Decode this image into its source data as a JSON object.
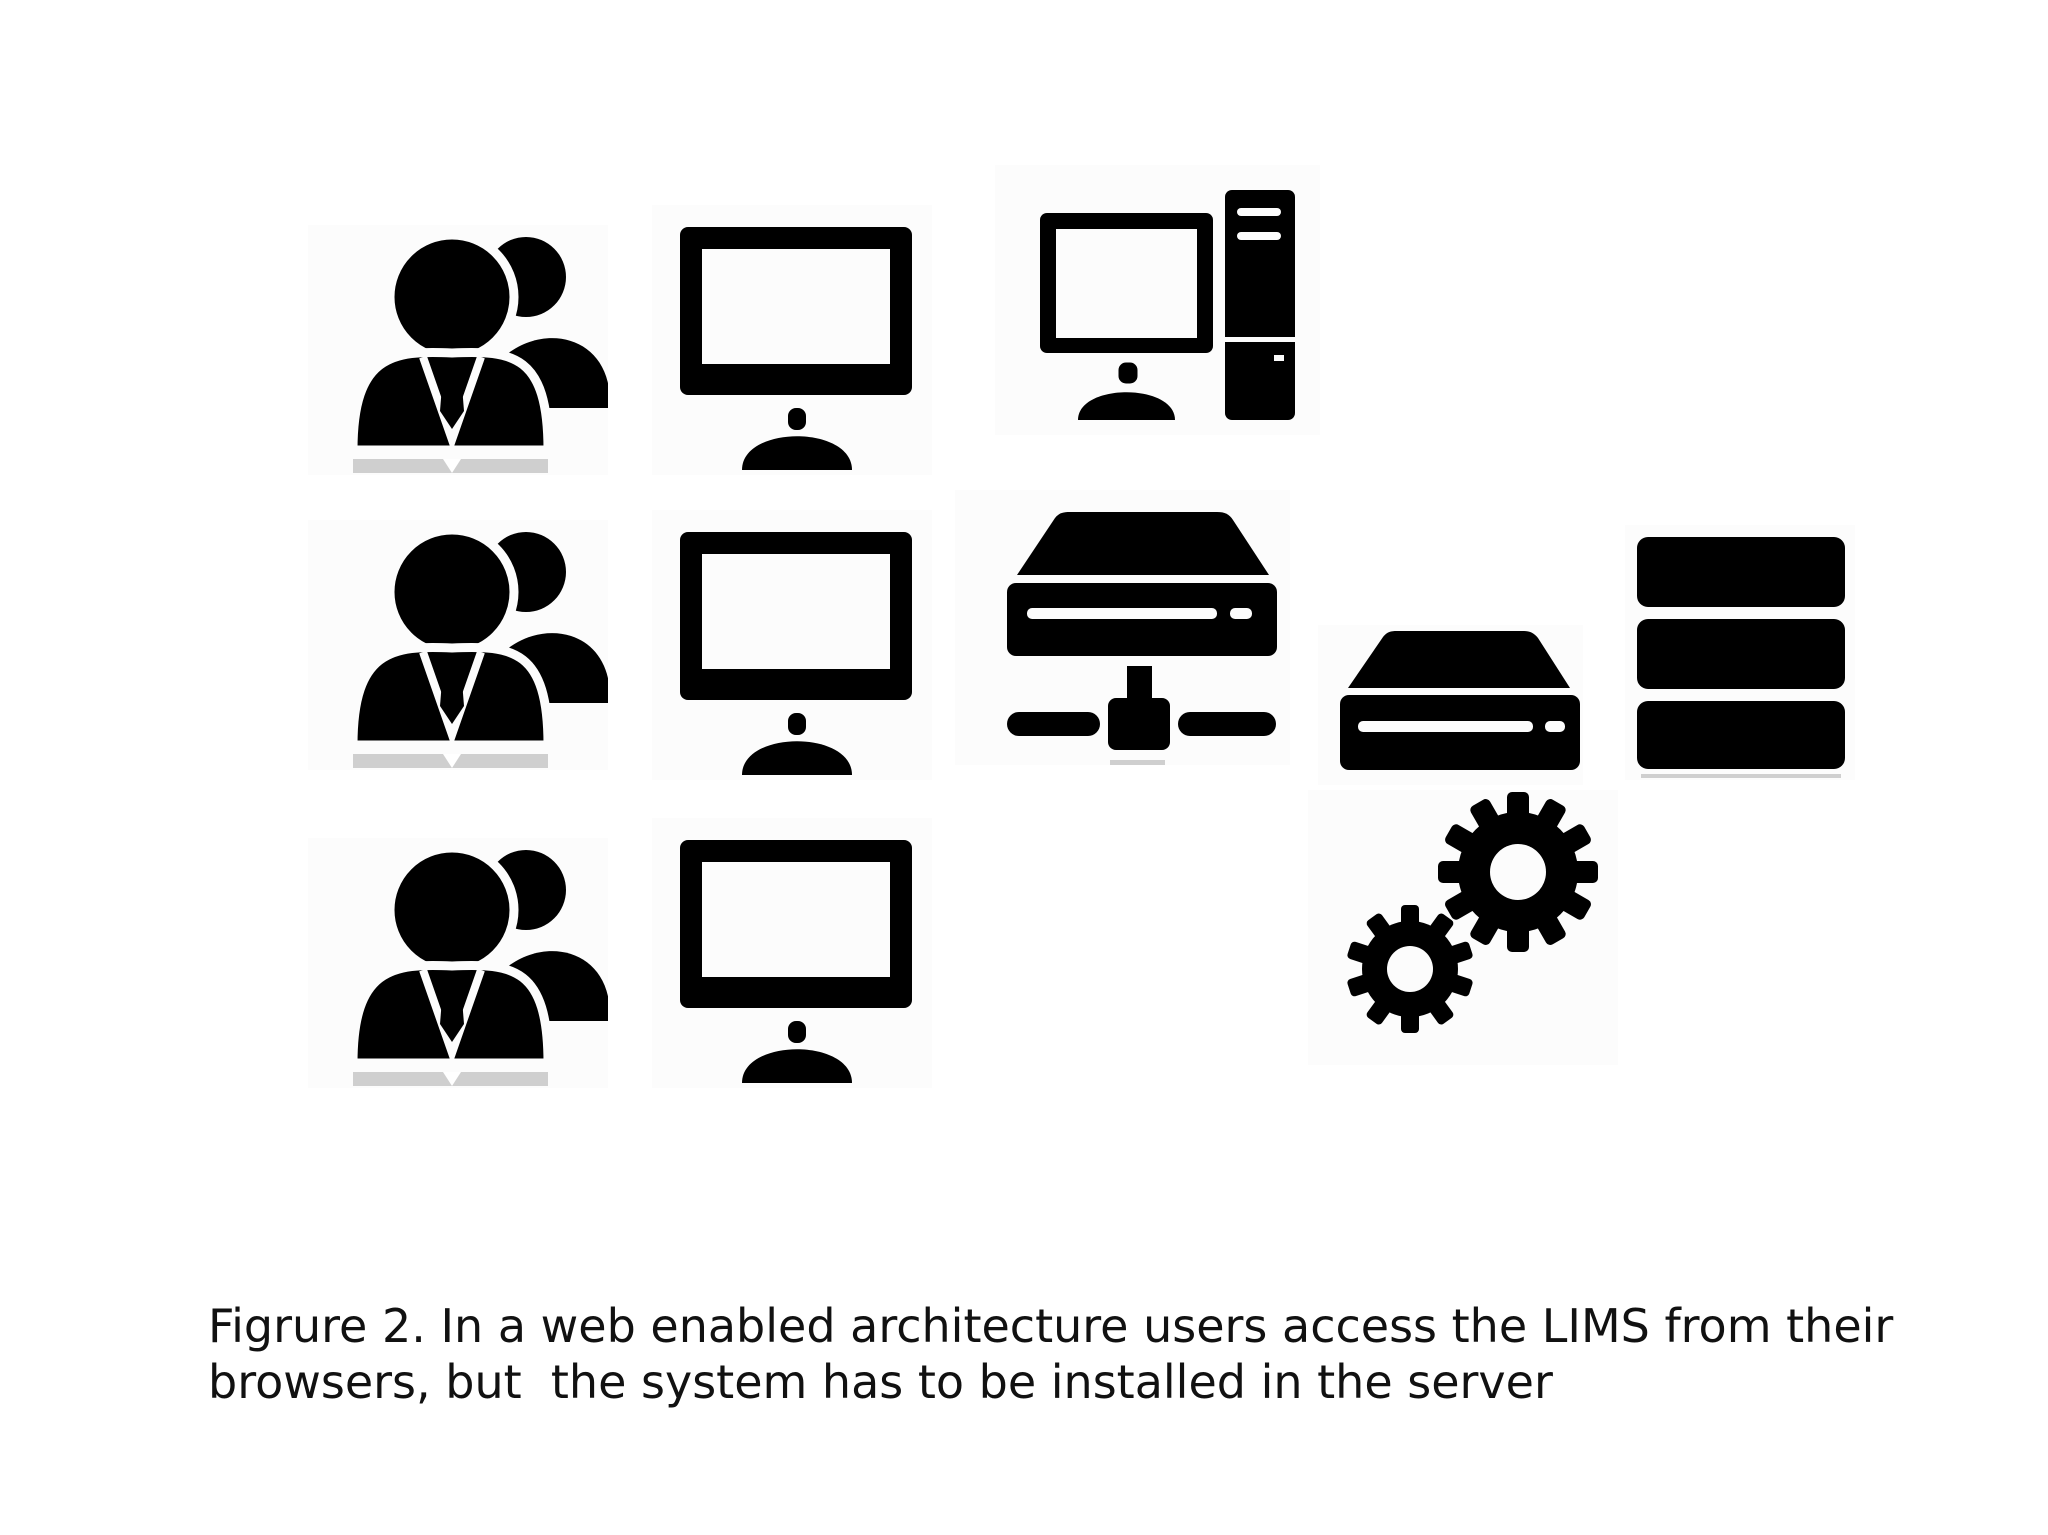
{
  "diagram": {
    "icons": [
      {
        "id": "users-1",
        "icon": "users-icon"
      },
      {
        "id": "monitor-1",
        "icon": "monitor-icon"
      },
      {
        "id": "workstation",
        "icon": "desktop-computer-icon"
      },
      {
        "id": "users-2",
        "icon": "users-icon"
      },
      {
        "id": "monitor-2",
        "icon": "monitor-icon"
      },
      {
        "id": "network-server",
        "icon": "network-server-icon"
      },
      {
        "id": "server",
        "icon": "server-icon"
      },
      {
        "id": "database",
        "icon": "database-stack-icon"
      },
      {
        "id": "users-3",
        "icon": "users-icon"
      },
      {
        "id": "monitor-3",
        "icon": "monitor-icon"
      },
      {
        "id": "gears",
        "icon": "gears-icon"
      }
    ],
    "colors": {
      "ink": "#000000",
      "background": "#ffffff",
      "tile": "#fcfcfc",
      "reflection": "#cfcfcf"
    }
  },
  "caption": {
    "line1": "Figrure 2. In a web enabled architecture users access the LIMS from their",
    "line2": "browsers, but  the system has to be installed in the server"
  }
}
